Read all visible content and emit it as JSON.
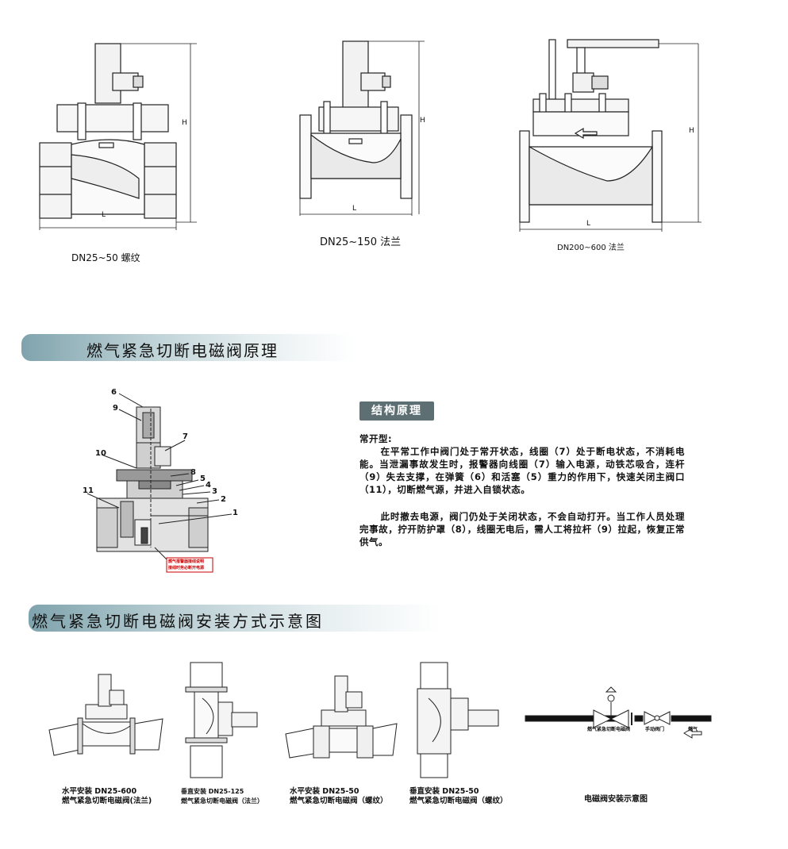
{
  "dimension_labels": {
    "height": "H",
    "length": "L"
  },
  "captions": {
    "threaded": "DN25~50  螺纹",
    "flange_small": "DN25~150  法兰",
    "flange_large": "DN200~600  法兰"
  },
  "section1": {
    "title": "燃气紧急切断电磁阀原理"
  },
  "part_numbers": [
    "6",
    "9",
    "7",
    "10",
    "8",
    "5",
    "4",
    "3",
    "2",
    "11",
    "1"
  ],
  "warning_box": {
    "line1": "燃气报警器接线说明",
    "line2": "接线时务必断开电源"
  },
  "structure": {
    "tag": "结构原理",
    "type_label": "常开型:",
    "para1": "在平常工作中阀门处于常开状态，线圈（7）处于断电状态，不消耗电能。当泄漏事故发生时，报警器向线圈（7）输入电源，动铁芯吸合，连杆（9）失去支撑，在弹簧（6）和活塞（5）重力的作用下，快速关闭主阀口（11），切断燃气源，并进入自锁状态。",
    "para2": "此时撤去电源，阀门仍处于关闭状态，不会自动打开。当工作人员处理完事故，拧开防护罩（8），线圈无电后，需人工将拉杆（9）拉起，恢复正常供气。"
  },
  "section2": {
    "title": "燃气紧急切断电磁阀安装方式示意图"
  },
  "installations": [
    {
      "line1": "水平安装  DN25-600",
      "line2": "燃气紧急切断电磁阀(法兰)"
    },
    {
      "line1": "垂直安装  DN25-125",
      "line2": "燃气紧急切断电磁阀（法兰）"
    },
    {
      "line1": "水平安装      DN25-50",
      "line2": "燃气紧急切断电磁阀（螺纹）"
    },
    {
      "line1": "垂直安装   DN25-50",
      "line2": "燃气紧急切断电磁阀（螺纹）"
    }
  ],
  "schematic": {
    "label_valve": "燃气紧急切断电磁阀",
    "label_manual": "手动阀门",
    "label_gas": "燃气",
    "caption": "电磁阀安装示意图"
  }
}
